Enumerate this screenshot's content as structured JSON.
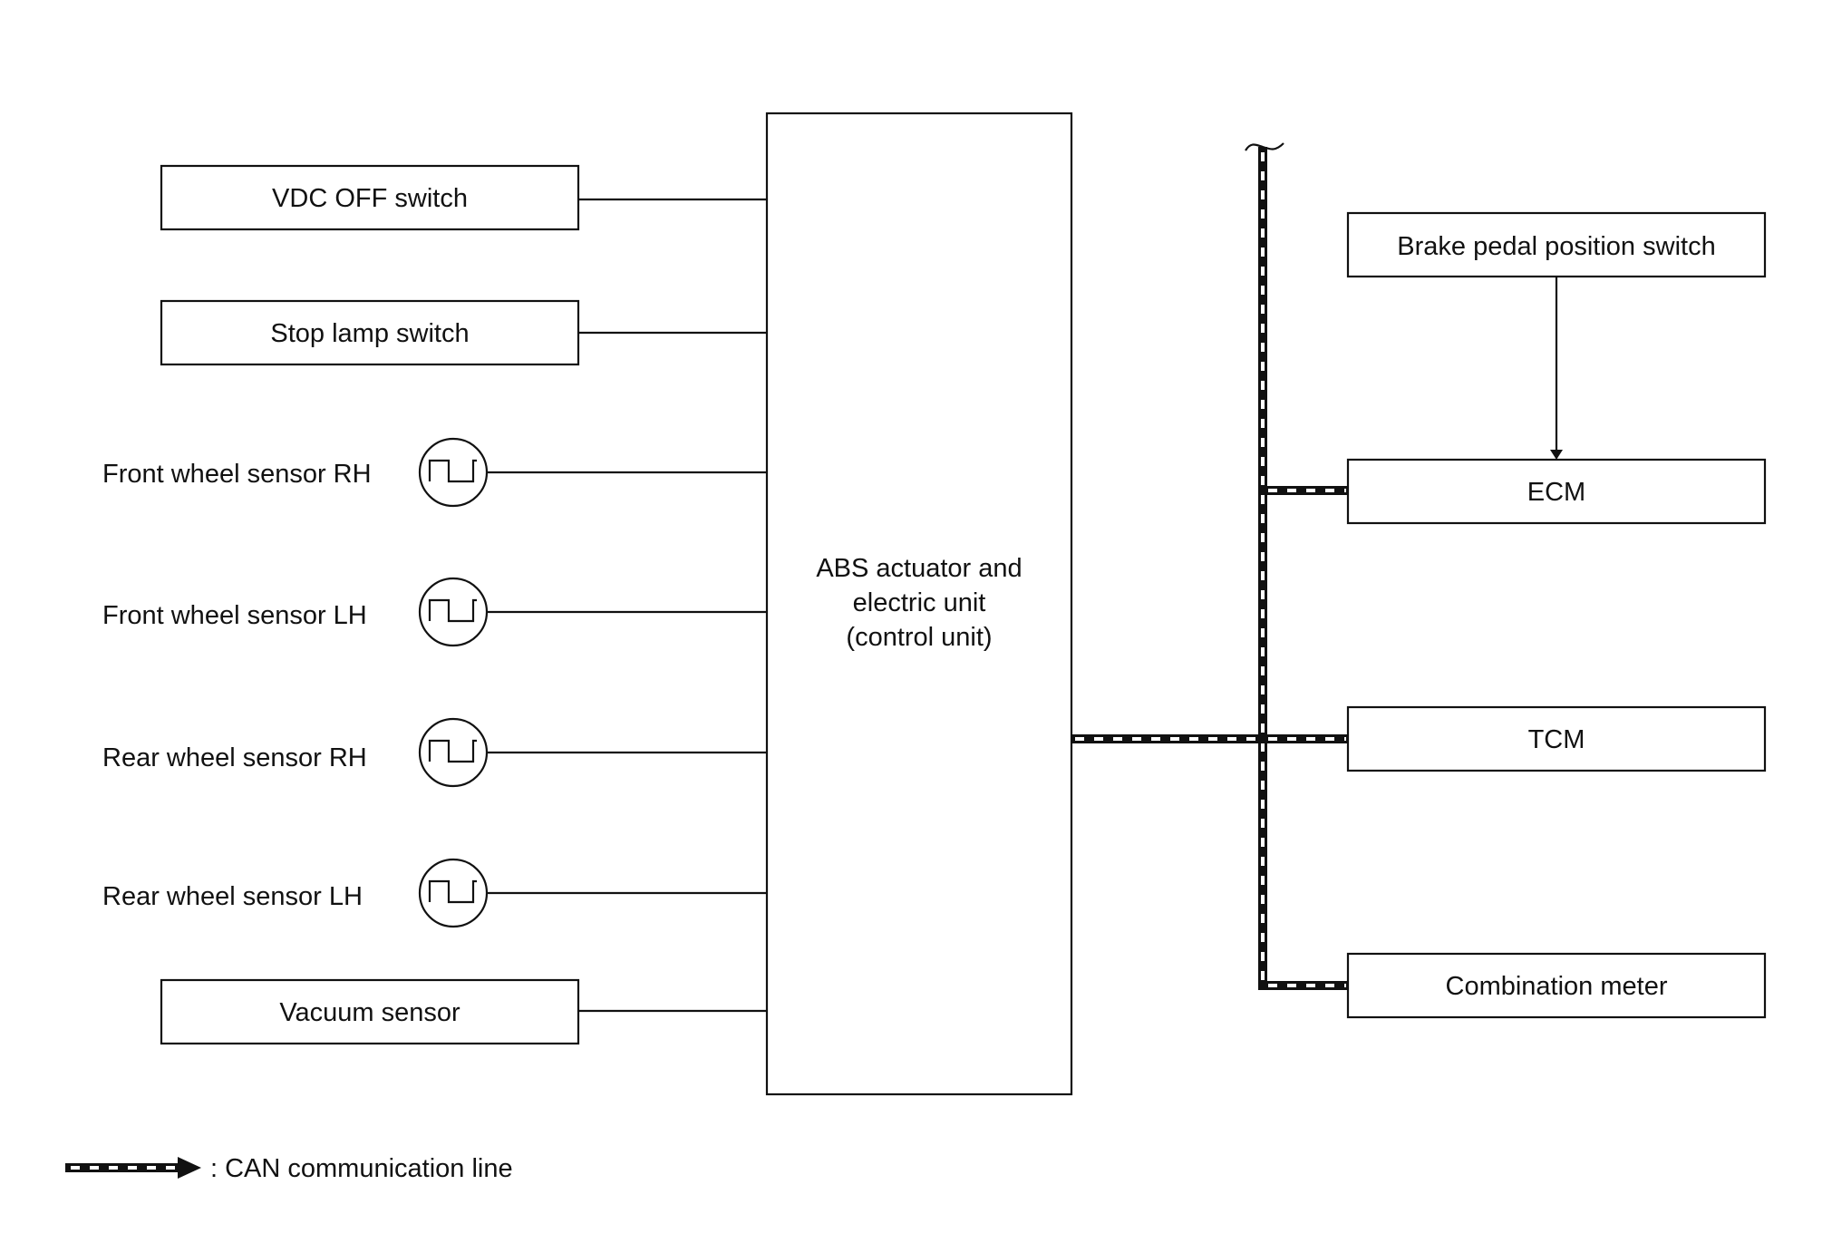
{
  "inputs": {
    "vdc_off_switch": "VDC OFF switch",
    "stop_lamp_switch": "Stop lamp switch",
    "front_wheel_sensor_rh": "Front wheel sensor RH",
    "front_wheel_sensor_lh": "Front wheel sensor LH",
    "rear_wheel_sensor_rh": "Rear wheel sensor RH",
    "rear_wheel_sensor_lh": "Rear wheel sensor LH",
    "vacuum_sensor": "Vacuum sensor"
  },
  "control_unit": {
    "line1": "ABS actuator and",
    "line2": "electric unit",
    "line3": "(control unit)"
  },
  "outputs": {
    "brake_pedal_position_switch": "Brake pedal position switch",
    "ecm": "ECM",
    "tcm": "TCM",
    "combination_meter": "Combination meter"
  },
  "legend": {
    "label": ": CAN communication line"
  },
  "icons": {
    "wheel_sensor": "square-wave-pulse-icon",
    "can_line": "dashed-bus-arrow-icon"
  }
}
